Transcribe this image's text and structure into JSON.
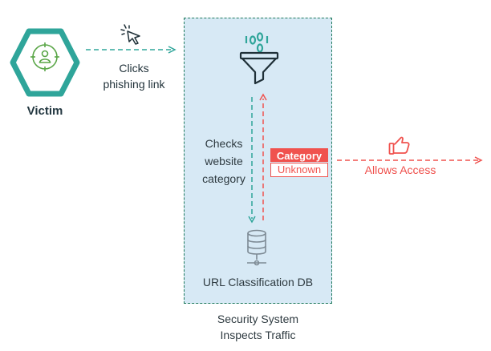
{
  "victim": {
    "label": "Victim"
  },
  "action": {
    "label_line1": "Clicks",
    "label_line2": "phishing link"
  },
  "system": {
    "check_line1": "Checks",
    "check_line2": "website",
    "check_line3": "category",
    "category_title": "Category",
    "category_value": "Unknown",
    "db_label": "URL Classification DB",
    "caption_line1": "Security System",
    "caption_line2": "Inspects Traffic"
  },
  "result": {
    "label": "Allows Access"
  },
  "colors": {
    "teal": "#2fa59a",
    "dark_teal": "#1f7a5c",
    "box_fill": "#d7e9f5",
    "alert_red": "#f0524e",
    "green_icon": "#5aa647",
    "gray_icon": "#7d8a94"
  },
  "icons": [
    "user-target-icon",
    "cursor-click-icon",
    "binary-data-icon",
    "filter-funnel-icon",
    "database-server-icon",
    "thumbs-up-icon"
  ]
}
